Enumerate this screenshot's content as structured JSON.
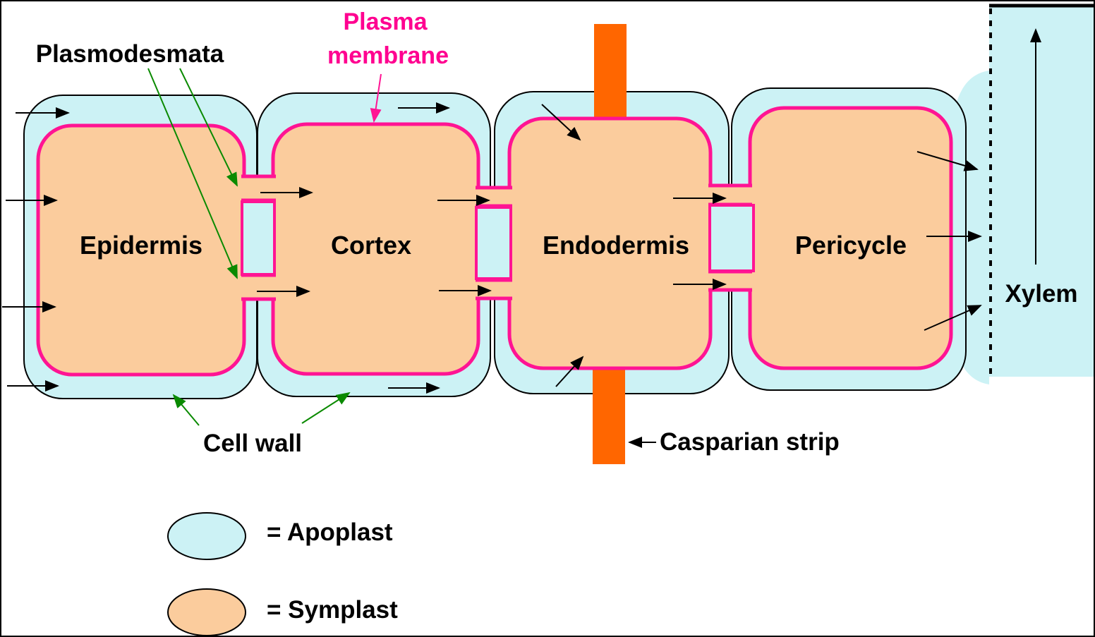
{
  "colors": {
    "apoplast": "#ccf2f5",
    "symplast": "#fbcc9d",
    "membrane": "#ff1493",
    "casparian_strip": "#ff6600",
    "pointer_green": "#0a8a00",
    "outline": "#000000"
  },
  "cells": [
    {
      "label": "Epidermis"
    },
    {
      "label": "Cortex"
    },
    {
      "label": "Endodermis"
    },
    {
      "label": "Pericycle"
    }
  ],
  "labels": {
    "plasmodesmata": "Plasmodesmata",
    "plasma_membrane_line1": "Plasma",
    "plasma_membrane_line2": "membrane",
    "cell_wall": "Cell wall",
    "casparian_strip": "Casparian strip",
    "xylem": "Xylem"
  },
  "legend": [
    {
      "swatch": "apoplast",
      "text": "= Apoplast"
    },
    {
      "swatch": "symplast",
      "text": "= Symplast"
    }
  ]
}
